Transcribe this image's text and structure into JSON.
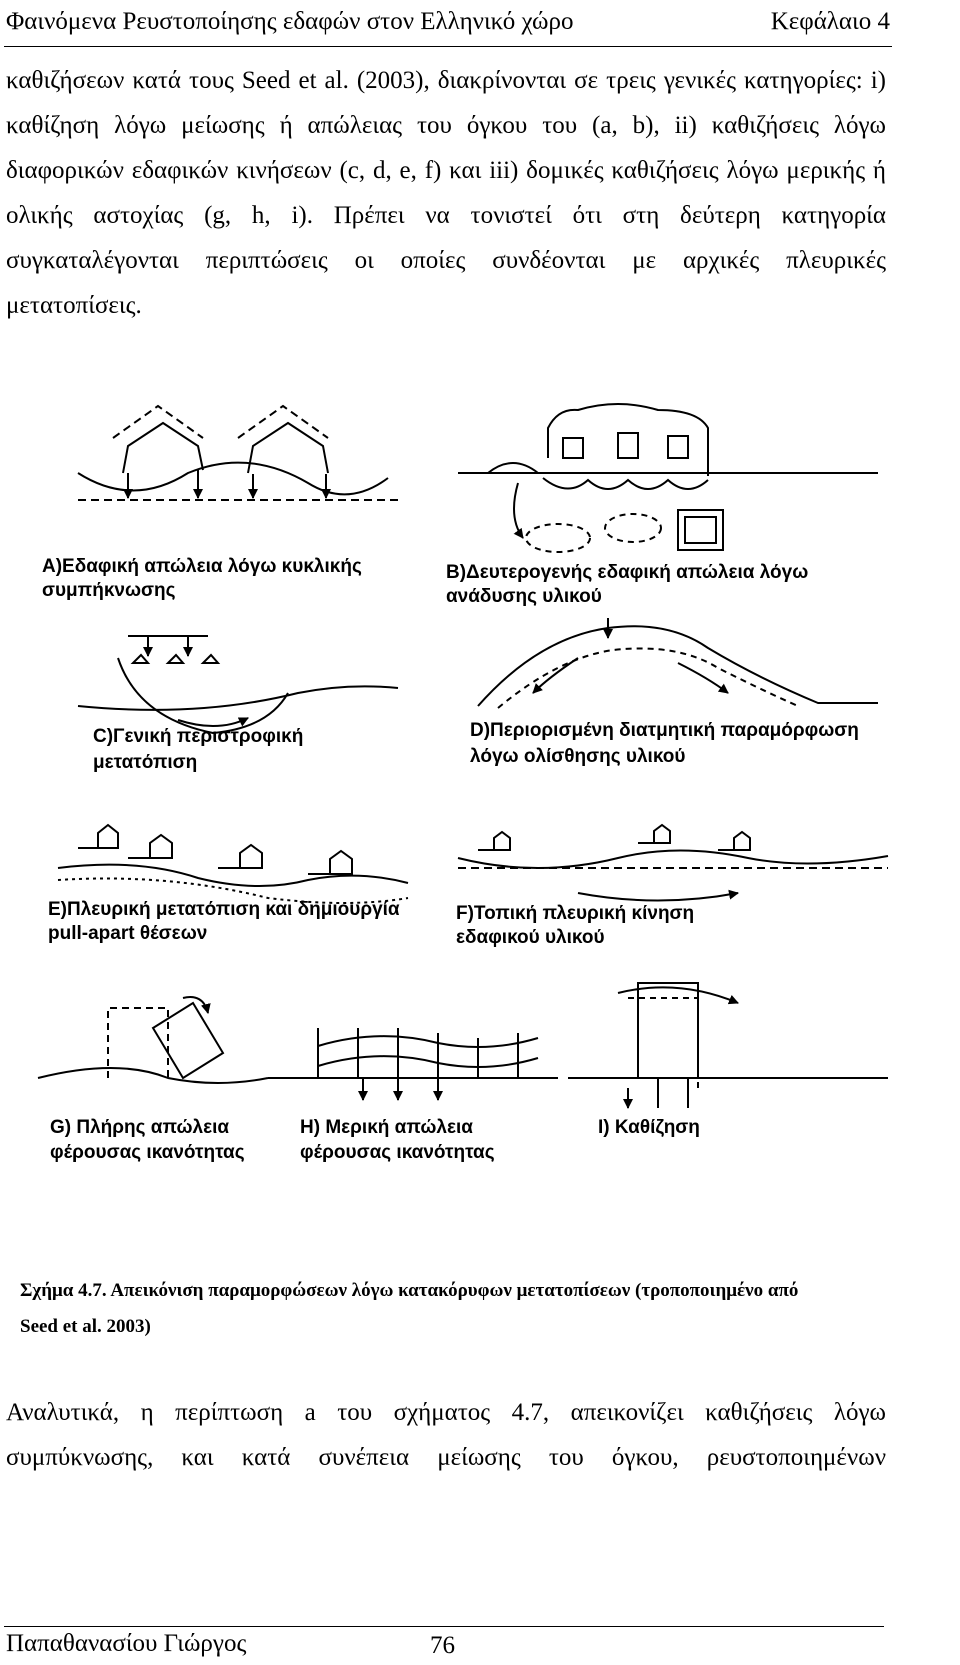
{
  "header": {
    "title": "Φαινόμενα Ρευστοποίησης εδαφών στον Ελληνικό χώρο",
    "chapter": "Κεφάλαιο 4"
  },
  "paragraph1": [
    "καθιζήσεων κατά τους Seed et al. (2003), διακρίνονται σε τρεις γενικές κατηγορίες: i)",
    "καθίζηση λόγω μείωσης ή απώλειας του όγκου του (a, b), ii) καθιζήσεις λόγω",
    "διαφορικών εδαφικών κινήσεων (c, d, e, f) και iii) δομικές καθιζήσεις λόγω μερικής ή",
    "ολικής αστοχίας (g, h, i). Πρέπει να τονιστεί ότι στη δεύτερη κατηγορία",
    "συγκαταλέγονται περιπτώσεις οι οποίες συνδέονται με αρχικές πλευρικές",
    "μετατοπίσεις."
  ],
  "figure": {
    "labels": {
      "a1": "A)Εδαφική απώλεια λόγω κυκλικής",
      "a2": "συμπήκνωσης",
      "b1": "B)Δευτερογενής εδαφική απώλεια λόγω",
      "b2": "ανάδυσης υλικού",
      "c1": "C)Γενική περιστροφική",
      "c2": "μετατόπιση",
      "d1": "D)Περιορισμένη διατμητική παραμόρφωση",
      "d2": "λόγω ολίσθησης υλικού",
      "e1": "E)Πλευρική μετατόπιση και δημιουργία",
      "e2": "pull-apart θέσεων",
      "f1": "F)Τοπική πλευρική κίνηση",
      "f2": "εδαφικού υλικού",
      "g1": "G) Πλήρης απώλεια",
      "g2": "φέρουσας ικανότητας",
      "h1": "H) Μερική απώλεια",
      "h2": "φέρουσας ικανότητας",
      "i1": "I) Καθίζηση"
    }
  },
  "caption": {
    "line1": "Σχήμα 4.7. Απεικόνιση παραμορφώσεων λόγω κατακόρυφων μετατοπίσεων (τροποποιημένο από",
    "line2": "Seed et al. 2003)"
  },
  "paragraph2": [
    "Αναλυτικά, η περίπτωση a του σχήματος 4.7, απεικονίζει καθιζήσεις λόγω",
    "συμπύκνωσης, και κατά συνέπεια μείωσης του όγκου, ρευστοποιημένων"
  ],
  "footer": {
    "author": "Παπαθανασίου Γιώργος",
    "page": "76"
  }
}
